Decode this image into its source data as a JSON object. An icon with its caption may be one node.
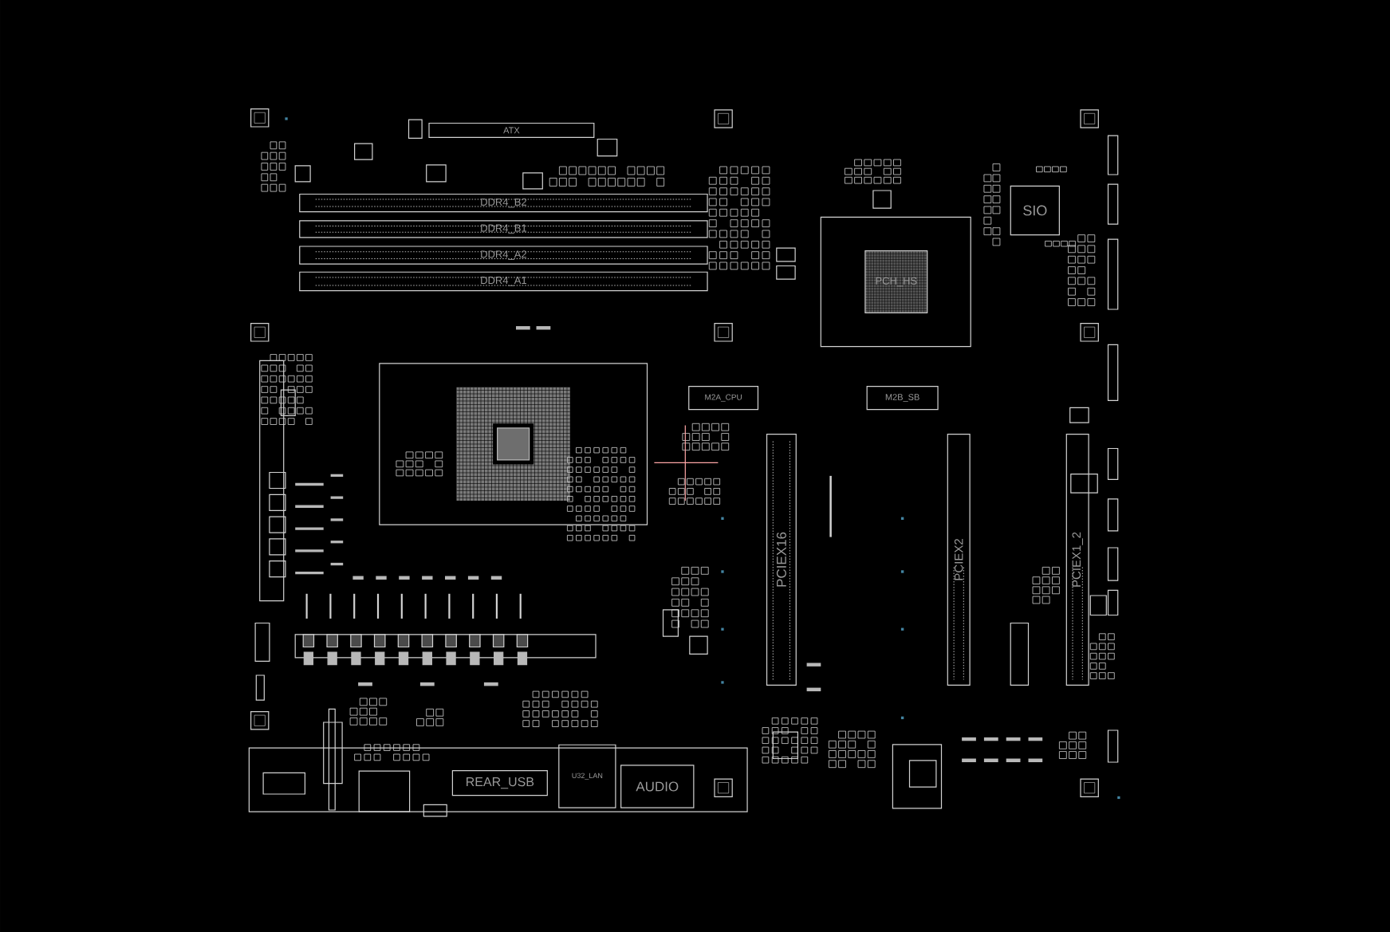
{
  "diagram": {
    "nodes": [
      {
        "text": [
          "ATX"
        ]
      },
      {
        "text": [
          "DDR4_B2"
        ]
      },
      {
        "text": [
          "DDR4_B1"
        ]
      },
      {
        "text": [
          "DDR4_A2"
        ]
      },
      {
        "text": [
          "DDR4_A1"
        ]
      },
      {
        "text": [
          "SIO"
        ]
      },
      {
        "text": [
          "PCH_HS"
        ]
      },
      {
        "text": [
          "M2A_CPU"
        ]
      },
      {
        "text": [
          "M2B_SB"
        ]
      },
      {
        "text": [
          "PCIEX16"
        ]
      },
      {
        "text": [
          "PCIEX2"
        ]
      },
      {
        "text": [
          "PCIEX1_2"
        ]
      },
      {
        "text": [],
        "shape": "box"
      },
      {
        "text": [
          "REAR_USB"
        ],
        "in": 12
      },
      {
        "text": [
          "U32_LAN"
        ],
        "in": 12
      },
      {
        "text": [
          "AUDIO"
        ],
        "in": 12
      }
    ]
  }
}
